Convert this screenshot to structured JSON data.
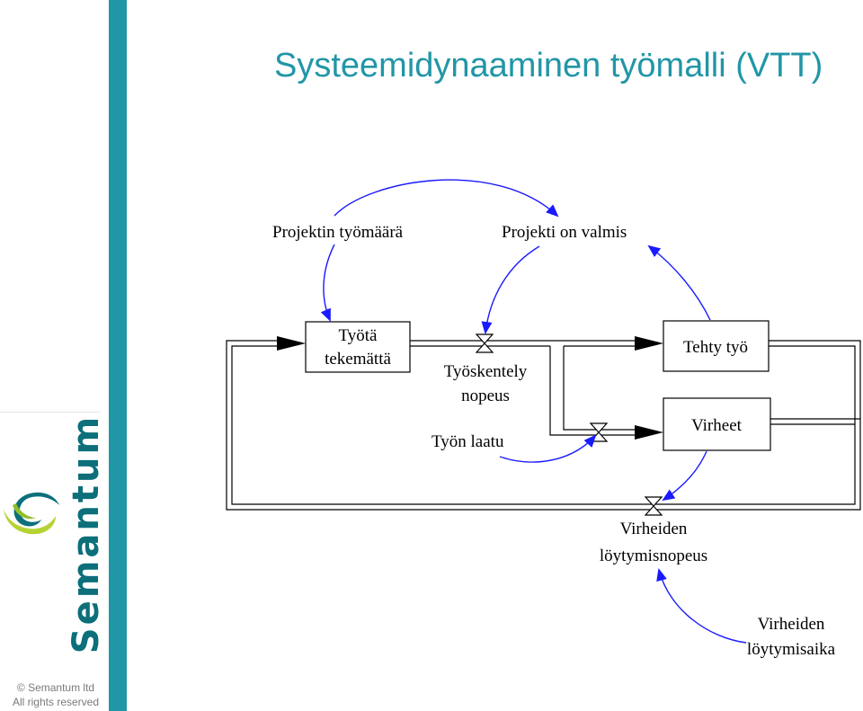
{
  "slide": {
    "title": "Systeemidynaaminen työmalli (VTT)"
  },
  "brand": {
    "wordmark": "Semantum",
    "copyright_line1": "© Semantum ltd",
    "copyright_line2": "All rights reserved",
    "colors": {
      "teal": "#2196a6",
      "dark_teal": "#0c6f7a",
      "lime": "#b5d334"
    }
  },
  "diagram": {
    "auxiliaries": {
      "projektin_tyomaara": "Projektin työmäärä",
      "projekti_on_valmis": "Projekti on valmis",
      "tyon_laatu": "Työn laatu",
      "virheiden_loytymisaika_l1": "Virheiden",
      "virheiden_loytymisaika_l2": "löytymisaika"
    },
    "stocks": {
      "tyota_tekematta_l1": "Työtä",
      "tyota_tekematta_l2": "tekemättä",
      "tehty_tyo": "Tehty työ",
      "virheet": "Virheet"
    },
    "flows": {
      "tyoskentely_nopeus_l1": "Työskentely",
      "tyoskentely_nopeus_l2": "nopeus",
      "virheiden_loytymisnopeus_l1": "Virheiden",
      "virheiden_loytymisnopeus_l2": "löytymisnopeus"
    },
    "colors": {
      "causal_link": "#1a1aff",
      "flow": "#000000"
    }
  }
}
